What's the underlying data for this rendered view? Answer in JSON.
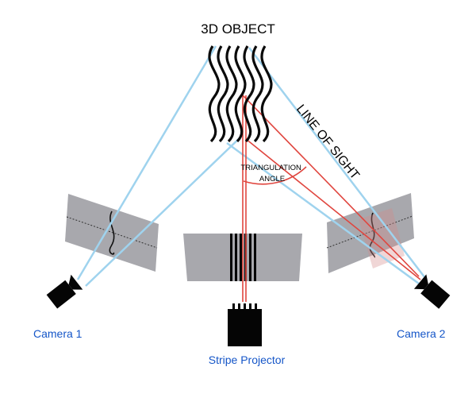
{
  "diagram": {
    "title": "3D OBJECT",
    "line_of_sight_label": "LINE OF SIGHT",
    "triangulation_label_line1": "TRIANGULATION",
    "triangulation_label_line2": "ANGLE",
    "camera1_label": "Camera 1",
    "camera2_label": "Camera 2",
    "projector_label": "Stripe Projector",
    "stripe_count": 6,
    "object_wave_count": 7
  },
  "colors": {
    "sight_line": "#9fd3ee",
    "projector_line": "#e0463f",
    "angle_arc": "#e0463f",
    "screen_fill": "#a8a8ad",
    "device": "#050505",
    "caption": "#1556c8",
    "title_text": "#000000"
  },
  "icons": [
    "camera-icon",
    "projector-icon"
  ]
}
